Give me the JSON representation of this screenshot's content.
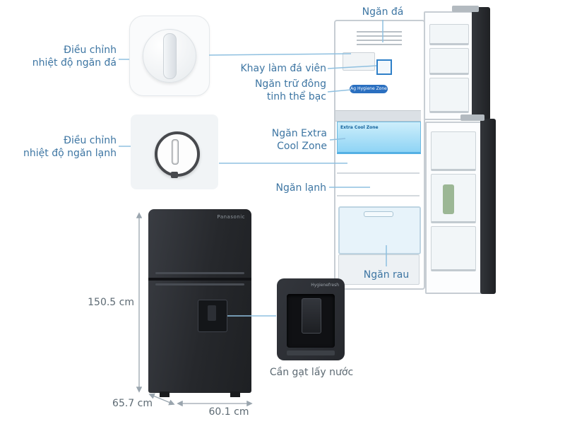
{
  "colors": {
    "label_blue": "#3e76a3",
    "label_gray": "#5d6a73",
    "leader_line": "#8fc0e0",
    "dimension_line": "#9aa5ae",
    "fridge_dark": "#2b2e33",
    "cool_zone_blue": "#8fd4f5",
    "highlight_blue": "#2f80c8"
  },
  "callouts": {
    "freezer_dial": {
      "line1": "Điều chỉnh",
      "line2": "nhiệt độ ngăn đá"
    },
    "fridge_dial": {
      "line1": "Điều chỉnh",
      "line2": "nhiệt độ ngăn lạnh"
    },
    "freezer": "Ngăn đá",
    "ice_tray": "Khay làm đá viên",
    "silver_freezing": {
      "line1": "Ngăn trữ đông",
      "line2": "tinh thể bạc"
    },
    "extra_cool": {
      "line1": "Ngăn Extra",
      "line2": "Cool Zone"
    },
    "cool_compartment": "Ngăn lạnh",
    "vegetable_drawer": "Ngăn rau",
    "water_lever": "Cần gạt lấy nước"
  },
  "dimensions": {
    "height": "150.5 cm",
    "depth": "65.7 cm",
    "width": "60.1 cm"
  },
  "fridge": {
    "brand": "Panasonic",
    "hygiene_badge": "Ag Hygiene Zone",
    "extra_cool_zone": "Extra Cool Zone",
    "dispenser_text": "Hygienefresh"
  }
}
